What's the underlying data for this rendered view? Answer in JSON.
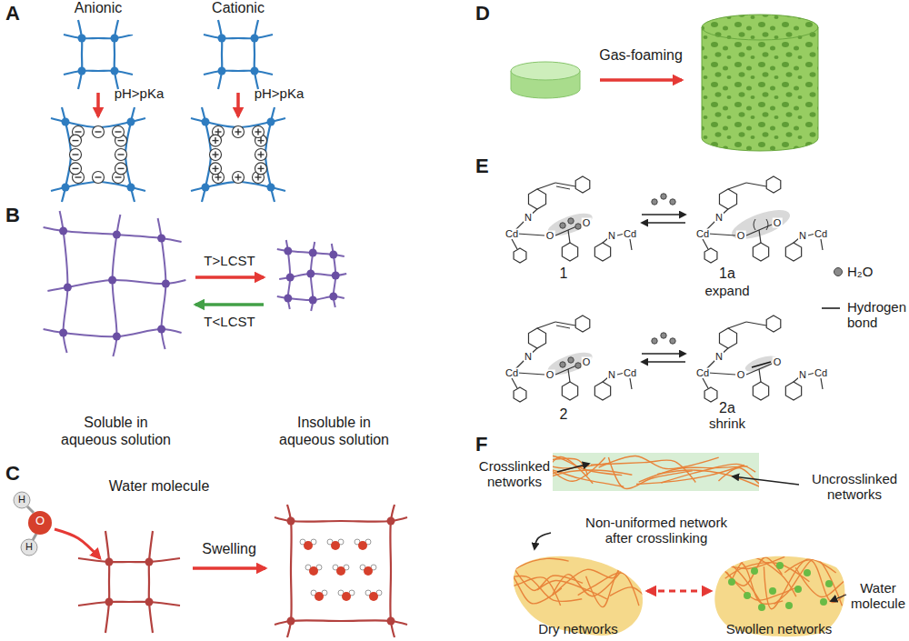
{
  "diagram": {
    "nodes": [
      {
        "text": [
          "Soluble in aqueous solution"
        ]
      },
      {
        "text": [
          "Insoluble in aqueous solution"
        ]
      },
      {
        "text": [
          "Non-uniformed network after crosslinking"
        ]
      },
      {
        "text": [
          "Dry networks"
        ]
      },
      {
        "text": [
          "Swollen networks"
        ]
      }
    ],
    "edges": [
      {
        "from": 0,
        "to": 1,
        "label": "T>LCST",
        "arrow": "to"
      },
      {
        "from": 1,
        "to": 0,
        "label": "T<LCST",
        "arrow": "to"
      },
      {
        "from": 2,
        "to": 3,
        "arrow": "to"
      },
      {
        "from": 3,
        "to": 4,
        "arrow": "both"
      }
    ],
    "labels": [
      "A",
      "Anionic",
      "Cationic",
      "pH>pKa",
      "pH>pKa",
      "B",
      "C",
      "Water molecule",
      "H",
      "O",
      "H",
      "Swelling",
      "D",
      "Gas-foaming",
      "E",
      "1",
      "1a",
      "expand",
      "2",
      "2a",
      "shrink",
      "F",
      "Crosslinked networks",
      "Uncrosslinked networks",
      "Water molecule",
      "Cd",
      "N",
      "O",
      "O",
      "N",
      "Cd",
      "Cd",
      "N",
      "O",
      "O",
      "N",
      "Cd",
      "Cd",
      "N",
      "O",
      "O",
      "N",
      "Cd",
      "Cd",
      "N",
      "O",
      "O",
      "N",
      "Cd"
    ],
    "legend": [
      {
        "text": "H₂O"
      },
      {
        "text": "Hydrogen bond"
      }
    ]
  }
}
